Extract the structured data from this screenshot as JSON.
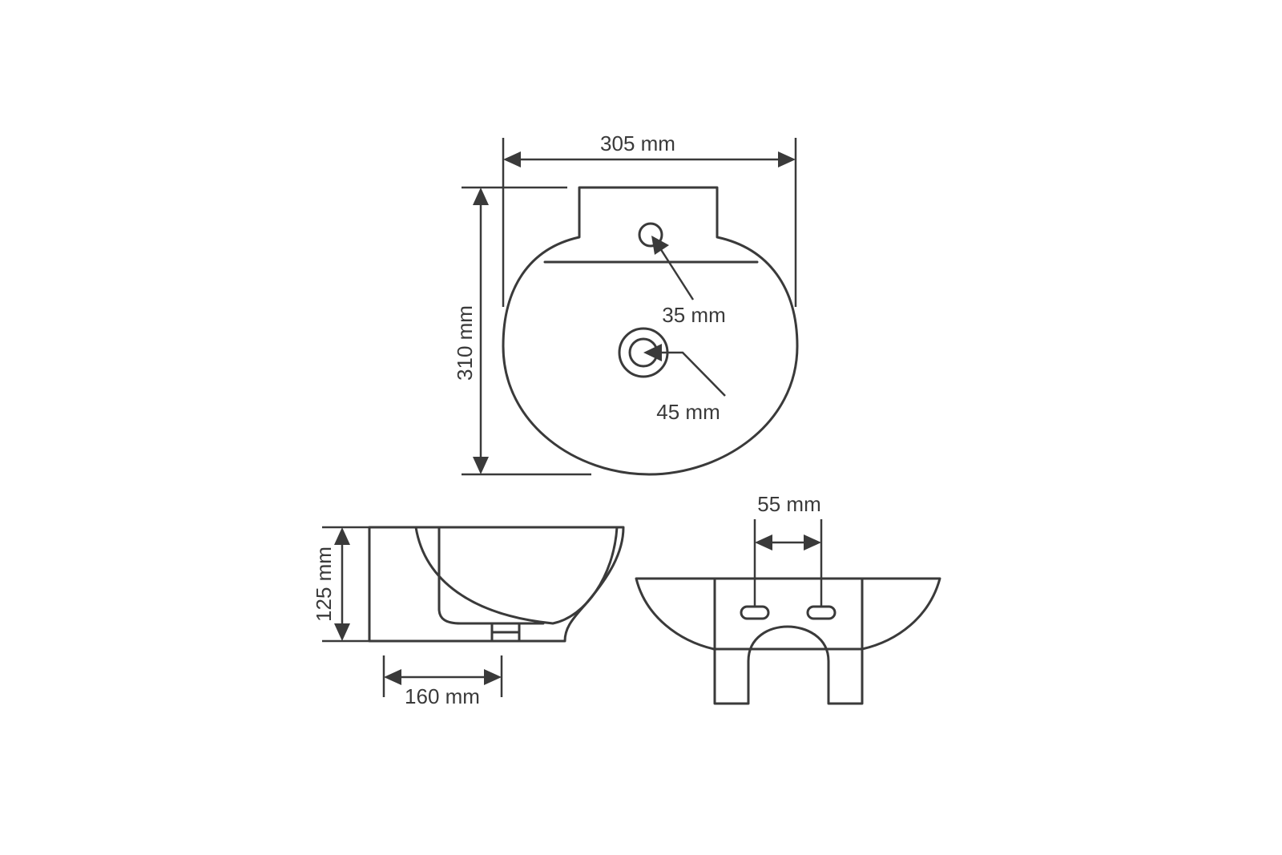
{
  "diagram": {
    "line_color": "#3a3a3a",
    "background": "#ffffff",
    "top_view": {
      "width_label": "305 mm",
      "depth_label": "310 mm",
      "tap_hole_label": "35 mm",
      "drain_hole_label": "45 mm"
    },
    "side_view": {
      "height_label": "125 mm",
      "bowl_depth_label": "160 mm"
    },
    "back_view": {
      "mounting_holes_label": "55 mm"
    }
  }
}
